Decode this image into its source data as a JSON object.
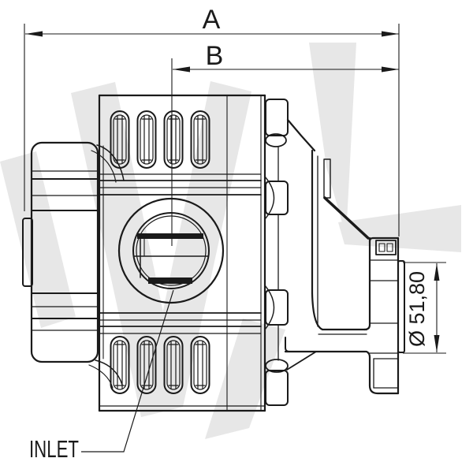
{
  "dimensions": {
    "a": "A",
    "b": "B",
    "diameter": "Ø 51,80"
  },
  "labels": {
    "inlet": "INLET"
  },
  "colors": {
    "background": "#ffffff",
    "line": "#1a1a1a",
    "watermark": "#e7e7e7"
  }
}
